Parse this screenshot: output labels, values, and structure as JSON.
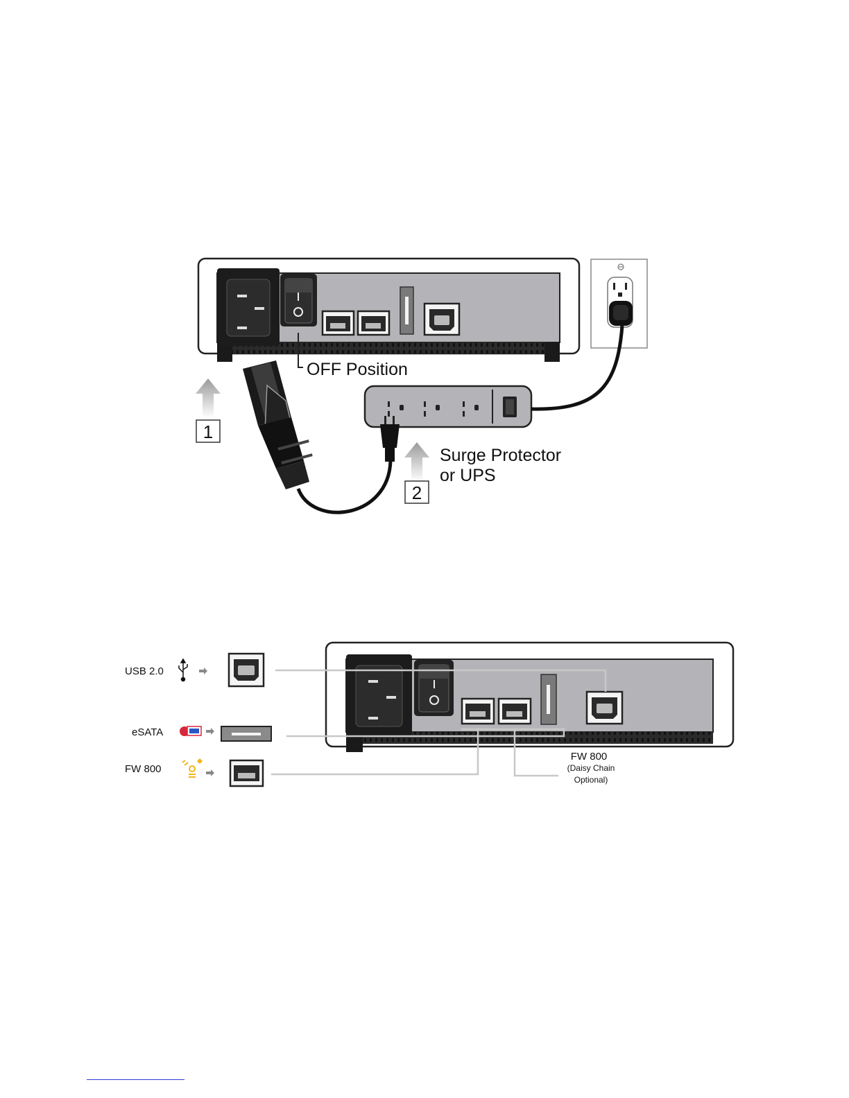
{
  "diagram1": {
    "switch_label": "OFF Position",
    "step1": "1",
    "step2": "2",
    "surge_line1": "Surge Protector",
    "surge_line2": "or UPS"
  },
  "diagram2": {
    "usb_label": "USB 2.0",
    "esata_label": "eSATA",
    "fw_label": "FW 800",
    "fw_right_label": "FW 800",
    "daisy_line1": "(Daisy Chain",
    "daisy_line2": "Optional)"
  },
  "colors": {
    "panel": "#b4b4b8",
    "housing_outline": "#222222",
    "dark": "#111111",
    "connector_line": "#c8c8c8",
    "firewire_yellow": "#f2b418",
    "esata_red": "#d8263a"
  }
}
